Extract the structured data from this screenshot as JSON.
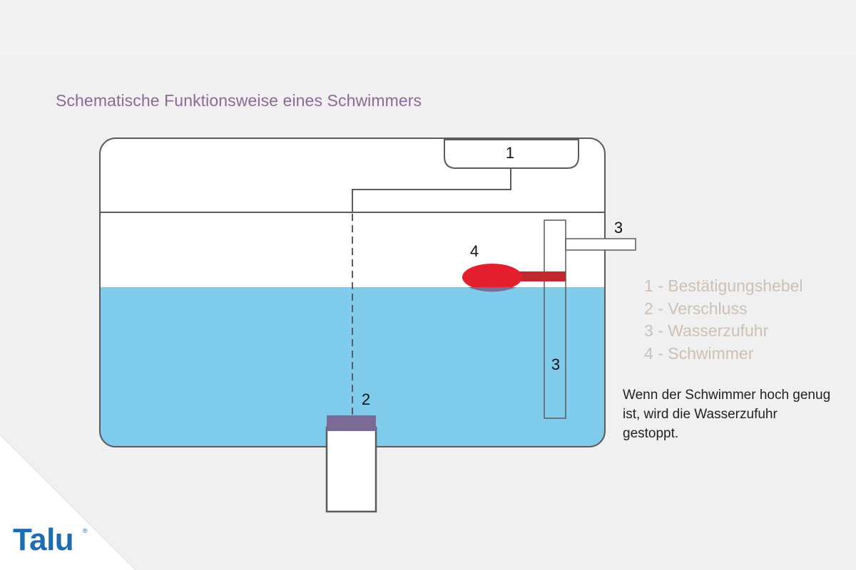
{
  "title": "Schematische Funktionsweise eines Schwimmers",
  "labels": {
    "lever": "1",
    "closure": "2",
    "inlet_top": "3",
    "inlet_pipe": "3",
    "float": "4"
  },
  "legend": [
    "1 - Bestätigungshebel",
    "2 - Verschluss",
    "3 - Wasserzufuhr",
    "4 - Schwimmer"
  ],
  "note": "Wenn der Schwimmer hoch genug ist, wird die Wasserzufuhr gestoppt.",
  "logo": {
    "text": "Talu",
    "mark": "®"
  },
  "colors": {
    "water": "#7ecbec",
    "float": "#e31e2d",
    "float_arm": "#c1272d",
    "closure": "#7b6a96",
    "outline": "#5b5b5b",
    "title": "#8b6a93",
    "legend_text": "#cdc0b4",
    "brand": "#1f6bb0"
  }
}
